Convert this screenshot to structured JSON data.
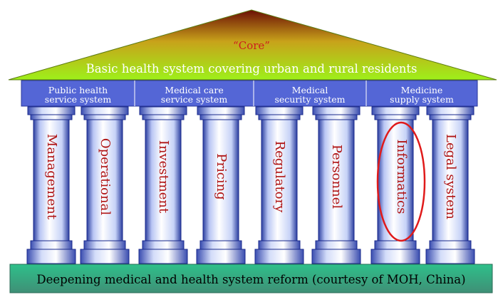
{
  "roof": {
    "core": "“Core”",
    "title": "Basic health system covering urban and rural residents"
  },
  "systems": [
    {
      "line1": "Public health",
      "line2": "service system"
    },
    {
      "line1": "Medical care",
      "line2": "service system"
    },
    {
      "line1": "Medical",
      "line2": "security system"
    },
    {
      "line1": "Medicine",
      "line2": "supply system"
    }
  ],
  "pillars": [
    {
      "label": "Management"
    },
    {
      "label": "Operational"
    },
    {
      "label": "Investment"
    },
    {
      "label": "Pricing"
    },
    {
      "label": "Regulatory"
    },
    {
      "label": "Personnel"
    },
    {
      "label": "Informatics",
      "highlighted": true
    },
    {
      "label": "Legal system"
    }
  ],
  "base": {
    "title": "Deepening medical and health system reform (courtesy of MOH, China)"
  },
  "colors": {
    "roof_top": "#6b0f06",
    "roof_bottom": "#9ef01a",
    "system_bar": "#5466d6",
    "pillar_edge": "#1a2a8c",
    "label_text": "#b01515",
    "highlight_ring": "#e01a1a",
    "base_top": "#2ec08a",
    "base_bottom": "#3f8f76"
  }
}
